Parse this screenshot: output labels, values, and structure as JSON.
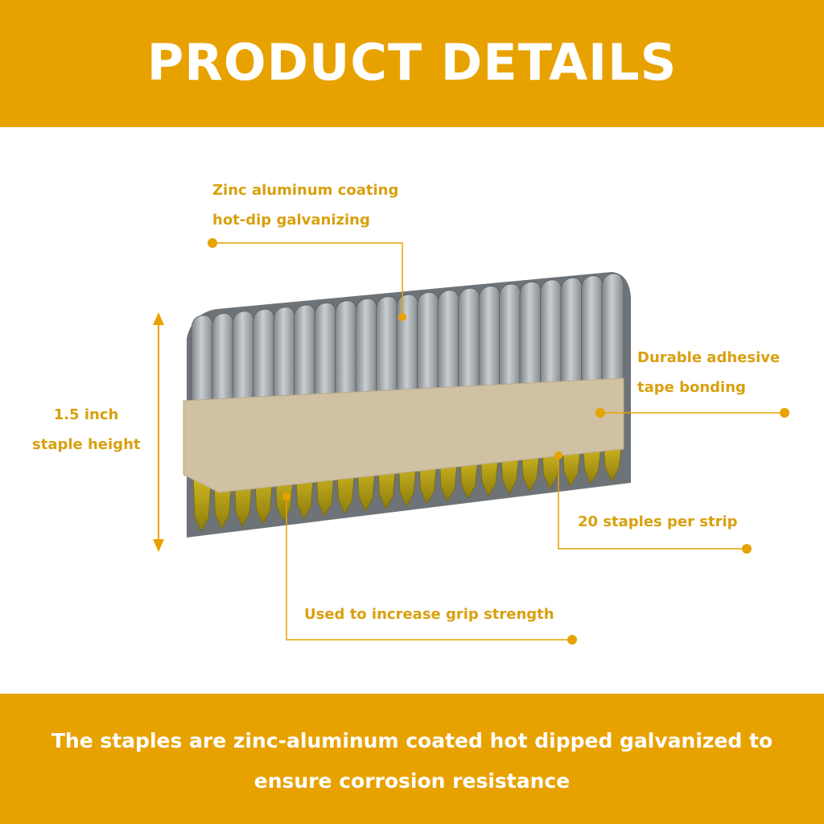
{
  "header": {
    "title": "PRODUCT DETAILS"
  },
  "annotations": {
    "coating": {
      "line1": "Zinc aluminum coating",
      "line2": "hot-dip galvanizing"
    },
    "adhesive": {
      "line1": "Durable adhesive",
      "line2": "tape bonding"
    },
    "height": {
      "line1": "1.5 inch",
      "line2": "staple height"
    },
    "count": {
      "label": "20 staples per strip"
    },
    "grip": {
      "label": "Used to increase grip strength"
    }
  },
  "footer": {
    "line1": "The staples are zinc-aluminum coated hot dipped galvanized to",
    "line2": "ensure corrosion resistance"
  },
  "colors": {
    "accent": "#E8A200",
    "label": "#D9A00F",
    "metal": "#9EA3A8",
    "tip": "#B9A514",
    "tape": "#CFC1A1"
  }
}
